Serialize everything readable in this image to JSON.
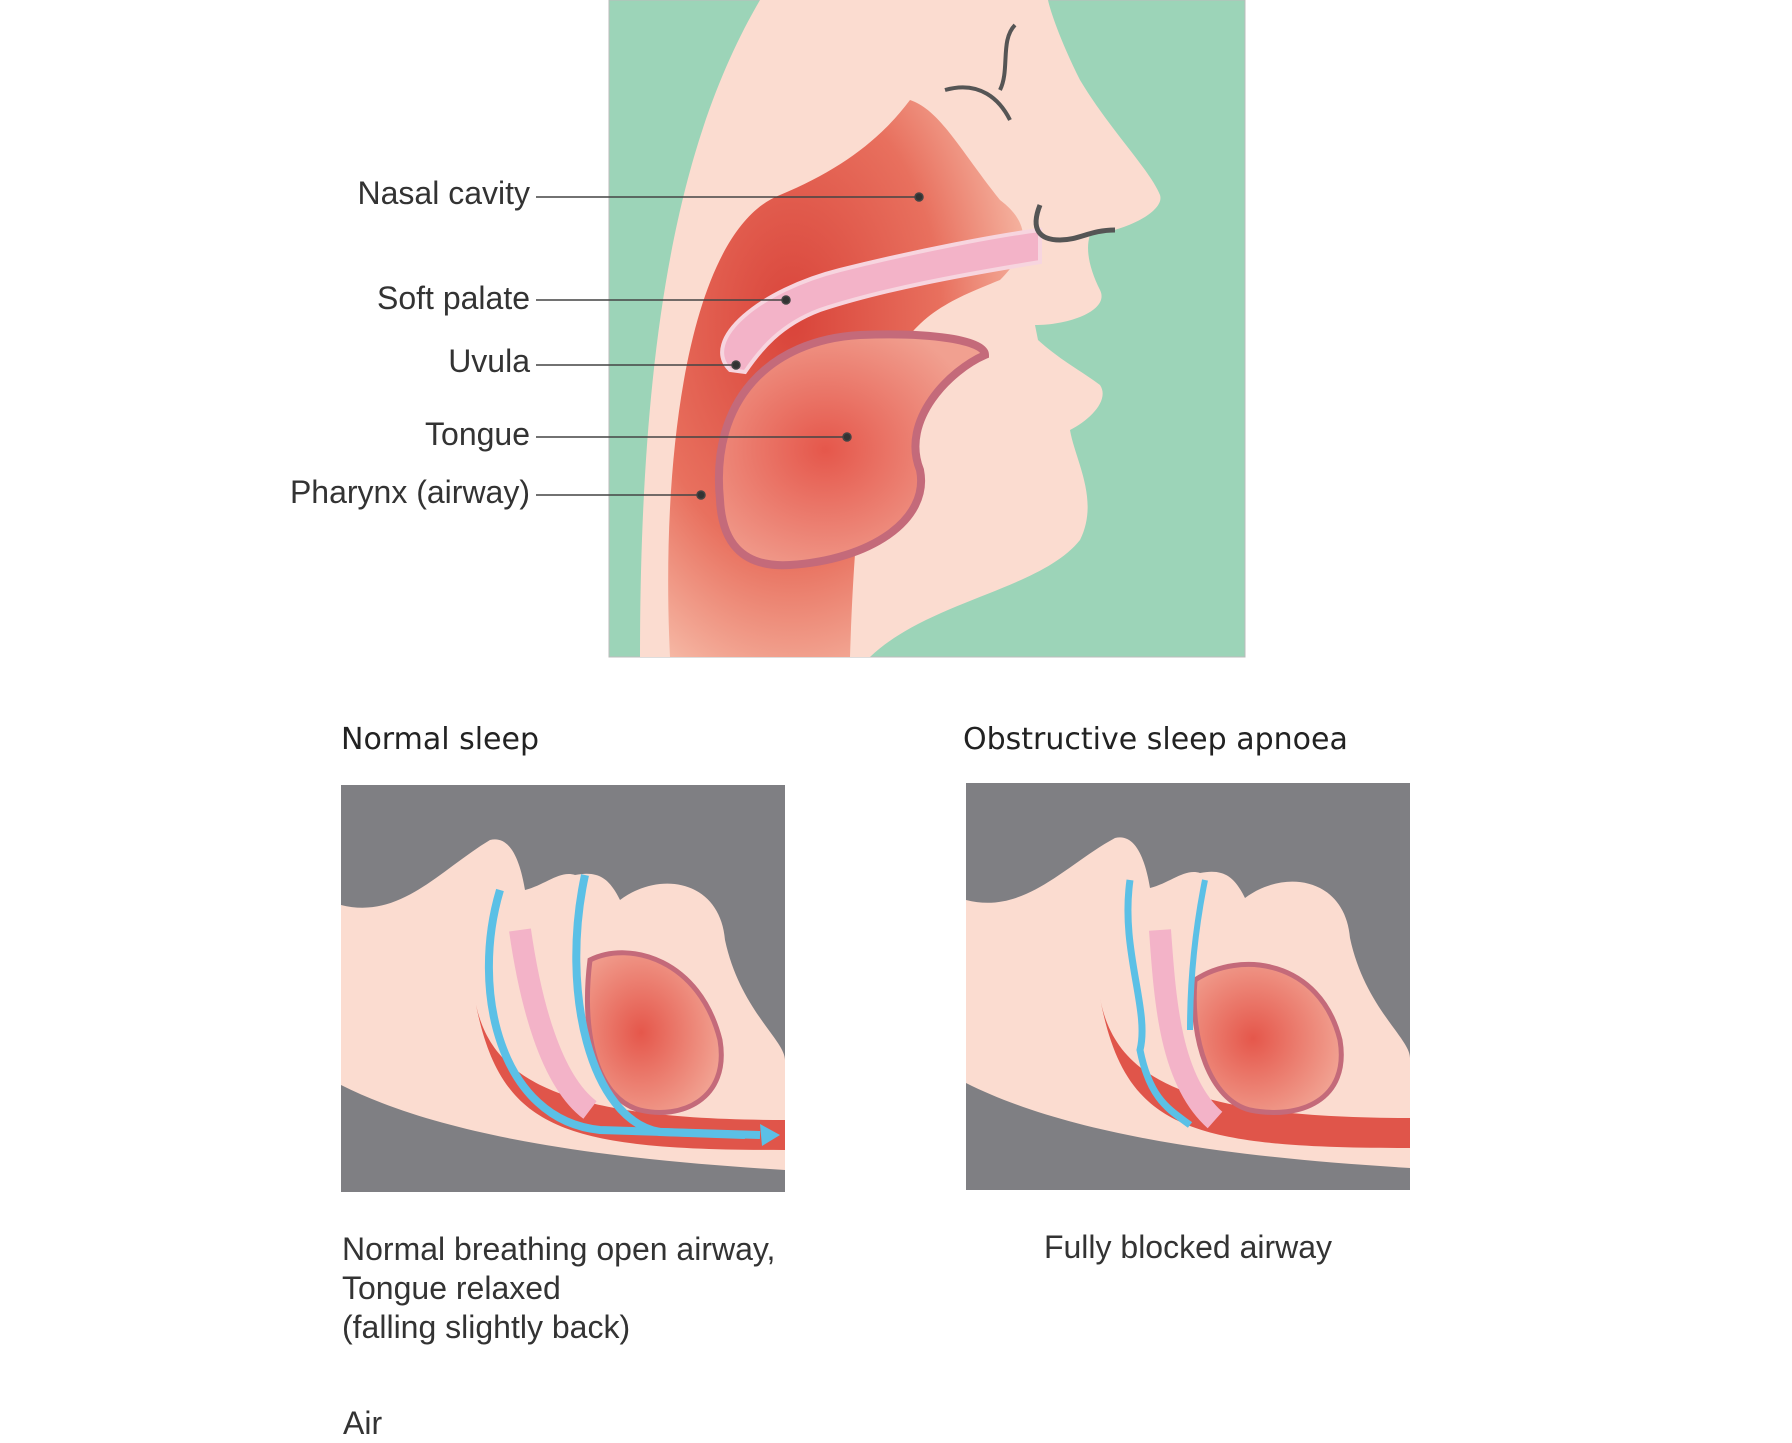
{
  "anatomy": {
    "labels": [
      "Nasal cavity",
      "Soft palate",
      "Uvula",
      "Tongue",
      "Pharynx (airway)"
    ]
  },
  "panels": {
    "normal": {
      "title": "Normal sleep",
      "caption": [
        "Normal breathing open airway,",
        "Tongue relaxed",
        "(falling slightly back)"
      ]
    },
    "osa": {
      "title": "Obstructive sleep apnoea",
      "caption": [
        "Fully blocked airway"
      ]
    }
  },
  "footer": {
    "label": "Air"
  },
  "colors": {
    "background_green": "#9cd4b8",
    "skin": "#fbdcd0",
    "airway_red": "#e0554a",
    "panel_gray": "#7f7f83",
    "air_flow": "#5bc0e6"
  }
}
